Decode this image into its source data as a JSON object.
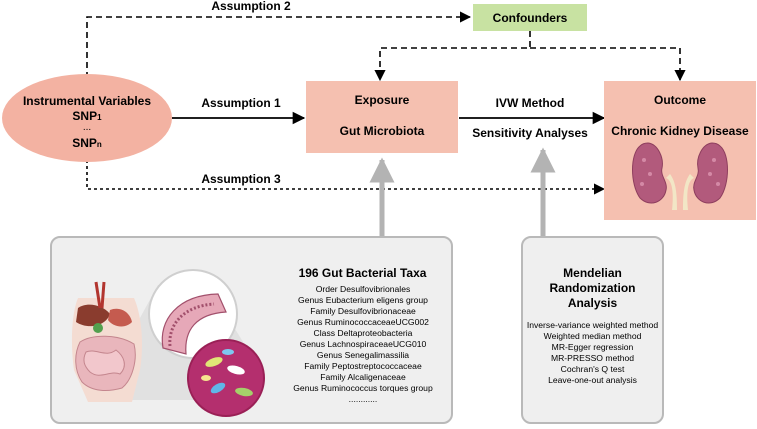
{
  "instrumental": {
    "title": "Instrumental Variables",
    "snp1": "SNP",
    "snp1_sub": "1",
    "dots": "...",
    "snpn": "SNP",
    "snpn_sub": "n"
  },
  "confounders": "Confounders",
  "exposure": {
    "title": "Exposure",
    "subtitle": "Gut Microbiota"
  },
  "outcome": {
    "title": "Outcome",
    "subtitle": "Chronic Kidney Disease"
  },
  "assumptions": {
    "a1": "Assumption 1",
    "a2": "Assumption 2",
    "a3": "Assumption 3"
  },
  "methods_top": {
    "ivw": "IVW Method",
    "sensitivity": "Sensitivity Analyses"
  },
  "taxa": {
    "title": "196 Gut Bacterial Taxa",
    "items": [
      "Order Desulfovibrionales",
      "Genus Eubacterium eligens group",
      "Family Desulfovibrionaceae",
      "Genus RuminococcaceaeUCG002",
      "Class Deltaproteobacteria",
      "Genus LachnospiraceaeUCG010",
      "Genus Senegalimassilia",
      "Family Peptostreptococcaceae",
      "Family Alcaligenaceae",
      "Genus Ruminococcus torques group",
      "............"
    ]
  },
  "mr": {
    "title_lines": [
      "Mendelian",
      "Randomization",
      "Analysis"
    ],
    "items": [
      "Inverse-variance weighted method",
      "Weighted median method",
      "MR-Egger regression",
      "MR-PRESSO method",
      "Cochran's Q test",
      "Leave-one-out analysis"
    ]
  },
  "colors": {
    "salmon": "#f5c0b0",
    "ellipse": "#f3b2a2",
    "confounders": "#c8e2a2",
    "panel": "#efefef",
    "panel_border": "#b9b9b9",
    "gray_arrow": "#b3b3b3"
  }
}
